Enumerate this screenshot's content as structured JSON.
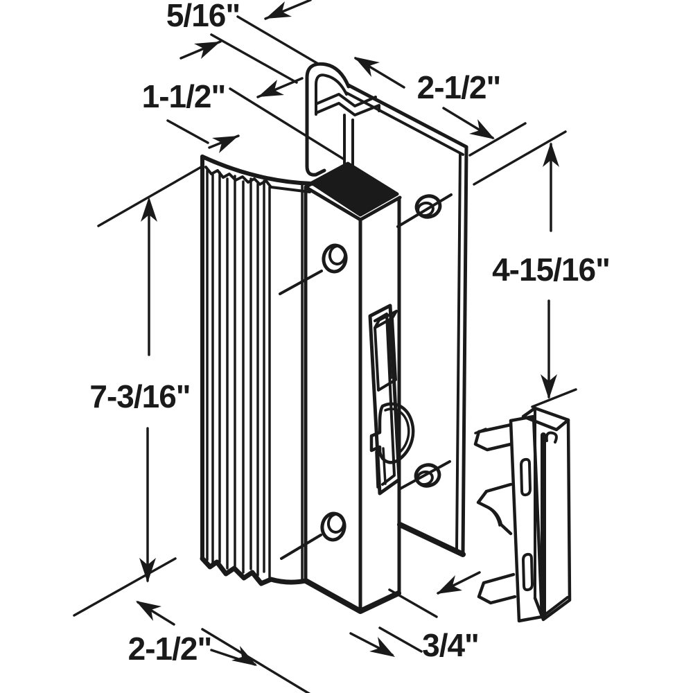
{
  "colors": {
    "ink": "#1a1a1a",
    "paper": "#ffffff"
  },
  "dimensions": {
    "hook_depth": {
      "label": "5/16\""
    },
    "handle_projection": {
      "label": "1-1/2\""
    },
    "plate_width": {
      "label": "2-1/2\""
    },
    "plate_height": {
      "label": "4-15/16\""
    },
    "handle_length": {
      "label": "7-3/16\""
    },
    "base_width": {
      "label": "2-1/2\""
    },
    "housing_depth": {
      "label": "3/4\""
    }
  }
}
